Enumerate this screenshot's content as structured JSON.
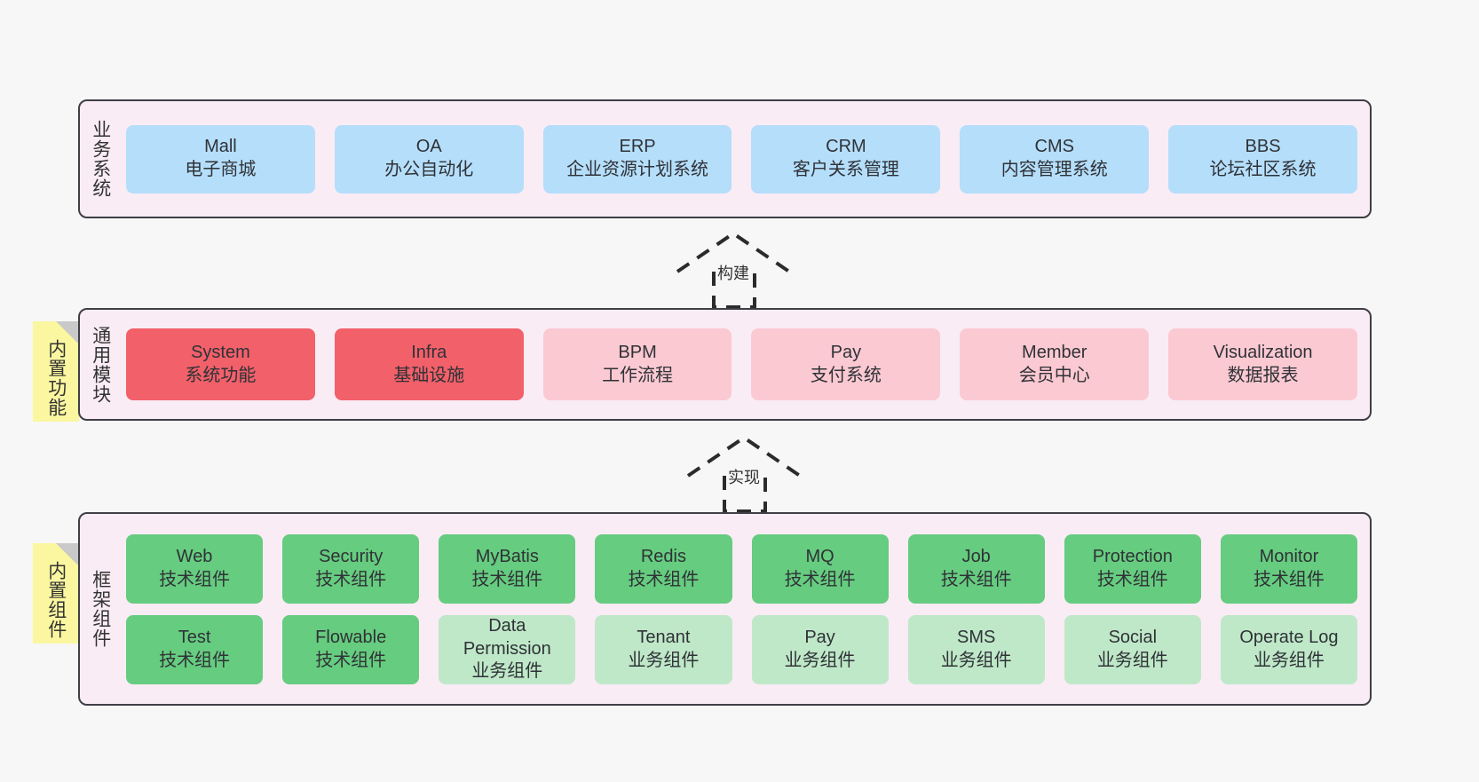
{
  "diagram": {
    "title": "",
    "colors": {
      "panel_bg": "#f9ecf5",
      "panel_border": "#3f3f46",
      "business": "#b5defa",
      "module_core": "#f2606a",
      "module_optional": "#fbc9d2",
      "tech_component": "#66cc7f",
      "biz_component": "#bfe8c8",
      "tag_bg": "#fbf7a0",
      "canvas_bg": "#f7f7f7"
    }
  },
  "layers": {
    "business": {
      "label": "业务系统",
      "items": [
        {
          "name": "Mall",
          "desc": "电子商城"
        },
        {
          "name": "OA",
          "desc": "办公自动化"
        },
        {
          "name": "ERP",
          "desc": "企业资源计划系统"
        },
        {
          "name": "CRM",
          "desc": "客户关系管理"
        },
        {
          "name": "CMS",
          "desc": "内容管理系统"
        },
        {
          "name": "BBS",
          "desc": "论坛社区系统"
        }
      ]
    },
    "modules": {
      "label": "通用模块",
      "tag": "内置功能",
      "items": [
        {
          "name": "System",
          "desc": "系统功能",
          "kind": "core"
        },
        {
          "name": "Infra",
          "desc": "基础设施",
          "kind": "core"
        },
        {
          "name": "BPM",
          "desc": "工作流程",
          "kind": "optional"
        },
        {
          "name": "Pay",
          "desc": "支付系统",
          "kind": "optional"
        },
        {
          "name": "Member",
          "desc": "会员中心",
          "kind": "optional"
        },
        {
          "name": "Visualization",
          "desc": "数据报表",
          "kind": "optional"
        }
      ]
    },
    "framework": {
      "label": "框架组件",
      "tag": "内置组件",
      "row1": [
        {
          "name": "Web",
          "desc": "技术组件",
          "kind": "tech"
        },
        {
          "name": "Security",
          "desc": "技术组件",
          "kind": "tech"
        },
        {
          "name": "MyBatis",
          "desc": "技术组件",
          "kind": "tech"
        },
        {
          "name": "Redis",
          "desc": "技术组件",
          "kind": "tech"
        },
        {
          "name": "MQ",
          "desc": "技术组件",
          "kind": "tech"
        },
        {
          "name": "Job",
          "desc": "技术组件",
          "kind": "tech"
        },
        {
          "name": "Protection",
          "desc": "技术组件",
          "kind": "tech"
        },
        {
          "name": "Monitor",
          "desc": "技术组件",
          "kind": "tech"
        }
      ],
      "row2": [
        {
          "name": "Test",
          "desc": "技术组件",
          "kind": "tech"
        },
        {
          "name": "Flowable",
          "desc": "技术组件",
          "kind": "tech"
        },
        {
          "name": "Data Permission",
          "desc": "业务组件",
          "kind": "biz"
        },
        {
          "name": "Tenant",
          "desc": "业务组件",
          "kind": "biz"
        },
        {
          "name": "Pay",
          "desc": "业务组件",
          "kind": "biz"
        },
        {
          "name": "SMS",
          "desc": "业务组件",
          "kind": "biz"
        },
        {
          "name": "Social",
          "desc": "业务组件",
          "kind": "biz"
        },
        {
          "name": "Operate Log",
          "desc": "业务组件",
          "kind": "biz"
        }
      ]
    }
  },
  "connectors": [
    {
      "label": "构建",
      "from": "通用模块",
      "to": "业务系统"
    },
    {
      "label": "实现",
      "from": "框架组件",
      "to": "通用模块"
    }
  ]
}
